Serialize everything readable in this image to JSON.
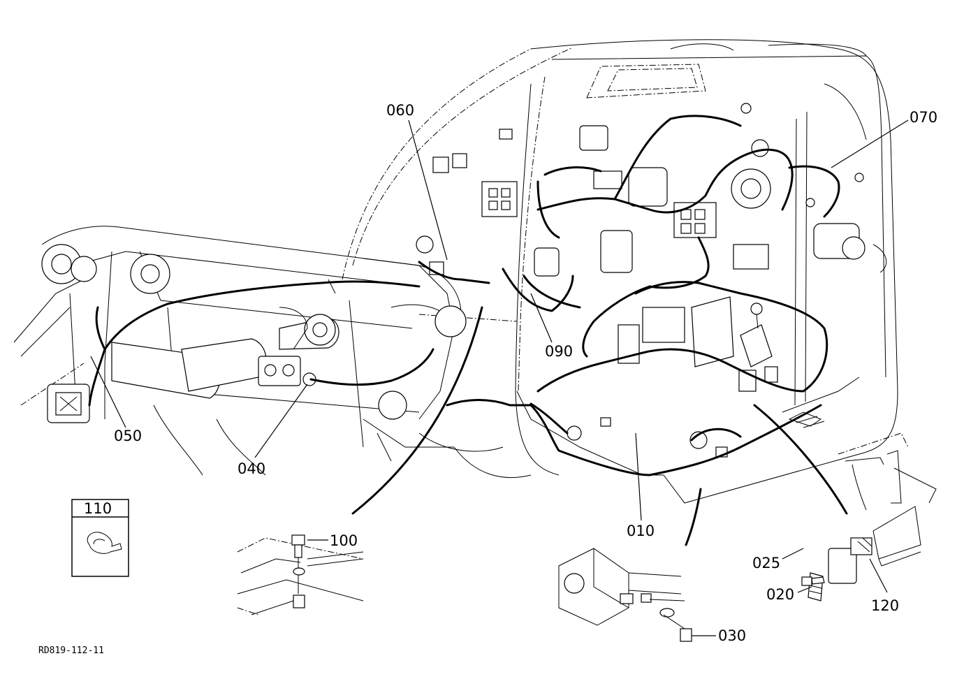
{
  "drawing_code": "RD819-112-11",
  "labels": {
    "p010": "010",
    "p020": "020",
    "p025": "025",
    "p030": "030",
    "p040": "040",
    "p050": "050",
    "p060": "060",
    "p070": "070",
    "p090": "090",
    "p100": "100",
    "p110": "110",
    "p120": "120"
  }
}
